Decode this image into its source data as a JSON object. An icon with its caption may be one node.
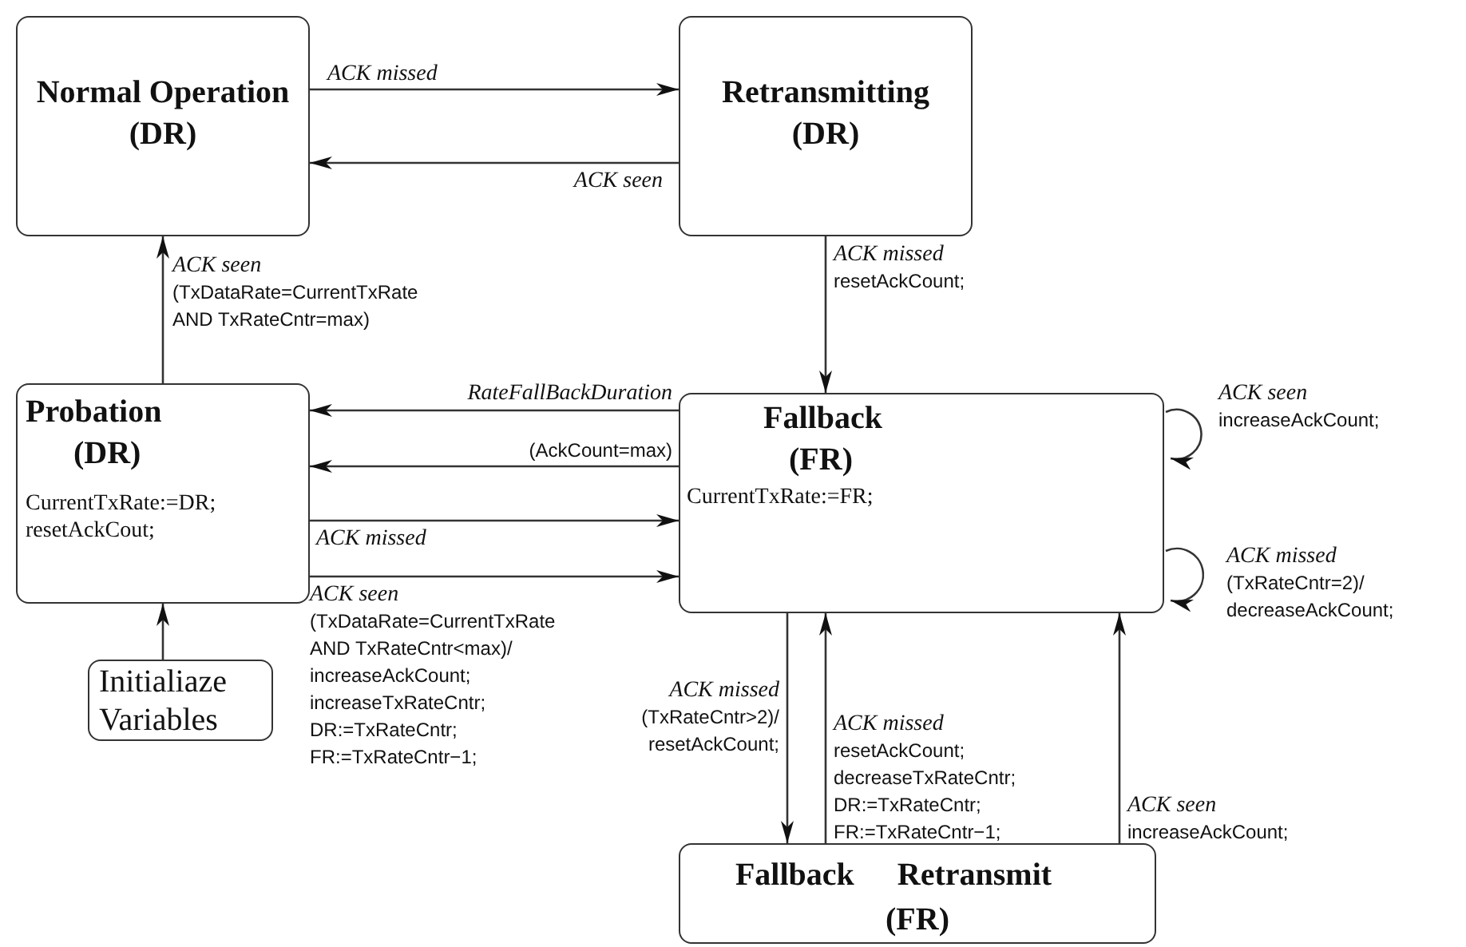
{
  "diagram": {
    "nodes": [
      {
        "text": [
          "Normal Operation",
          "(DR)"
        ]
      },
      {
        "text": [
          "Retransmitting",
          "(DR)"
        ]
      },
      {
        "text": [
          "Probation",
          "(DR)",
          "CurrentTxRate:=DR;",
          "resetAckCout;"
        ]
      },
      {
        "text": [
          "Fallback",
          "(FR)",
          "CurrentTxRate:=FR;"
        ]
      },
      {
        "text": [
          "Initialiaze Variables"
        ]
      },
      {
        "text": [
          "Fallback Retransmit",
          "(FR)"
        ]
      }
    ],
    "edges": [
      {
        "from": 0,
        "to": 1,
        "arrow": "to",
        "label": "*ACK missed*"
      },
      {
        "from": 1,
        "to": 0,
        "arrow": "to",
        "label": "*ACK seen*"
      },
      {
        "from": 1,
        "to": 3,
        "arrow": "to",
        "label": "*ACK missed* resetAckCount;"
      },
      {
        "from": 2,
        "to": 0,
        "arrow": "to",
        "label": "*ACK seen* (TxDataRate=CurrentTxRate AND TxRateCntr=max)"
      },
      {
        "from": 3,
        "to": 2,
        "arrow": "to",
        "label": "*RateFallBackDuration*"
      },
      {
        "from": 3,
        "to": 2,
        "arrow": "to",
        "label": "(AckCount=max)"
      },
      {
        "from": 2,
        "to": 3,
        "arrow": "to",
        "label": "*ACK missed*"
      },
      {
        "from": 2,
        "to": 3,
        "arrow": "to",
        "label": "*ACK seen* (TxDataRate=CurrentTxRate AND TxRateCntr<max)/ increaseAckCount; increaseTxRateCntr; DR:=TxRateCntr; FR:=TxRateCntr−1;"
      },
      {
        "from": 3,
        "to": 3,
        "arrow": "to",
        "label": "*ACK seen* increaseAckCount;"
      },
      {
        "from": 3,
        "to": 3,
        "arrow": "to",
        "label": "*ACK missed* (TxRateCntr=2)/ decreaseAckCount;"
      },
      {
        "from": 3,
        "to": 5,
        "arrow": "to",
        "label": "*ACK missed* (TxRateCntr>2)/ resetAckCount;"
      },
      {
        "from": 5,
        "to": 3,
        "arrow": "to",
        "label": "*ACK missed* resetAckCount; decreaseTxRateCntr; DR:=TxRateCntr; FR:=TxRateCntr−1;"
      },
      {
        "from": 5,
        "to": 3,
        "arrow": "to",
        "label": "*ACK seen* increaseAckCount;"
      },
      {
        "from": 4,
        "to": 2,
        "arrow": "to"
      }
    ]
  }
}
